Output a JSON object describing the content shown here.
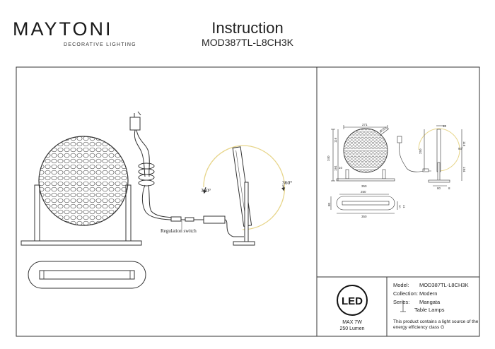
{
  "brand": {
    "name": "MAYTONI",
    "tagline": "DECORATIVE LIGHTING"
  },
  "header": {
    "title": "Instruction",
    "model_code": "MOD387TL-L8CH3K"
  },
  "drawing": {
    "switch_label": "Regulation switch",
    "rotation_left": "360°",
    "rotation_right": "360°"
  },
  "dimensions": {
    "front_width": "271",
    "diameter": "Ø250",
    "total_height": "340",
    "upper_height": "116",
    "lower_height": "184",
    "base_offset": "10",
    "side_top": "18",
    "side_angle": "90°",
    "side_height": "250",
    "side_upper": "116",
    "side_lower": "184",
    "side_depth": "80",
    "side_small": "8",
    "top_width": "250",
    "top_depth": "80",
    "top_length": "350",
    "top_h1": "10",
    "top_h2": "24",
    "base_length": "350"
  },
  "spec": {
    "led_label": "LED",
    "power": "MAX 7W",
    "lumen": "250 Lumen"
  },
  "info": {
    "model_label": "Model:",
    "model_value": "MOD387TL-L8CH3K",
    "collection_label": "Collection:",
    "collection_value": "Modern",
    "series_label": "Series:",
    "series_value": "Mangata",
    "type_value": "Table Lamps",
    "energy_note_1": "This product contains a light source of the",
    "energy_note_2": "energy efficiency class G"
  }
}
